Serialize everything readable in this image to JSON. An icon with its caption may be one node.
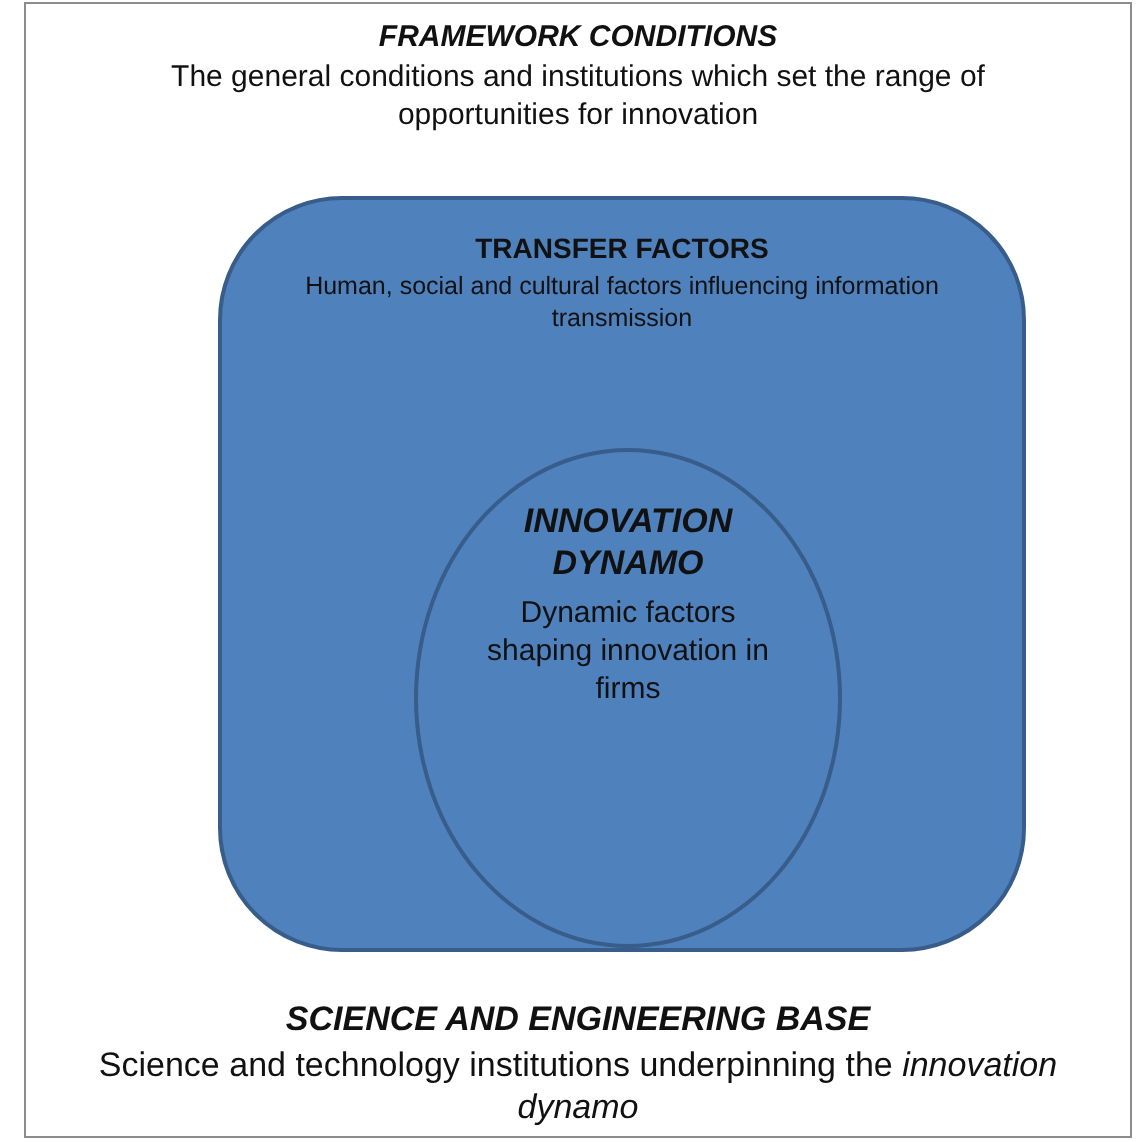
{
  "diagram": {
    "nodes": [
      {
        "text": [
          "FRAMEWORK CONDITIONS",
          "The general conditions and institutions which set the range of opportunities for innovation",
          "SCIENCE AND ENGINEERING BASE",
          "Science and technology institutions underpinning the *innovation dynamo*"
        ]
      },
      {
        "text": [
          "TRANSFER FACTORS",
          "Human, social and cultural factors influencing information transmission"
        ],
        "in": 0
      },
      {
        "text": [
          "INNOVATION DYNAMO",
          "Dynamic factors shaping innovation in firms"
        ],
        "in": 1
      }
    ]
  }
}
